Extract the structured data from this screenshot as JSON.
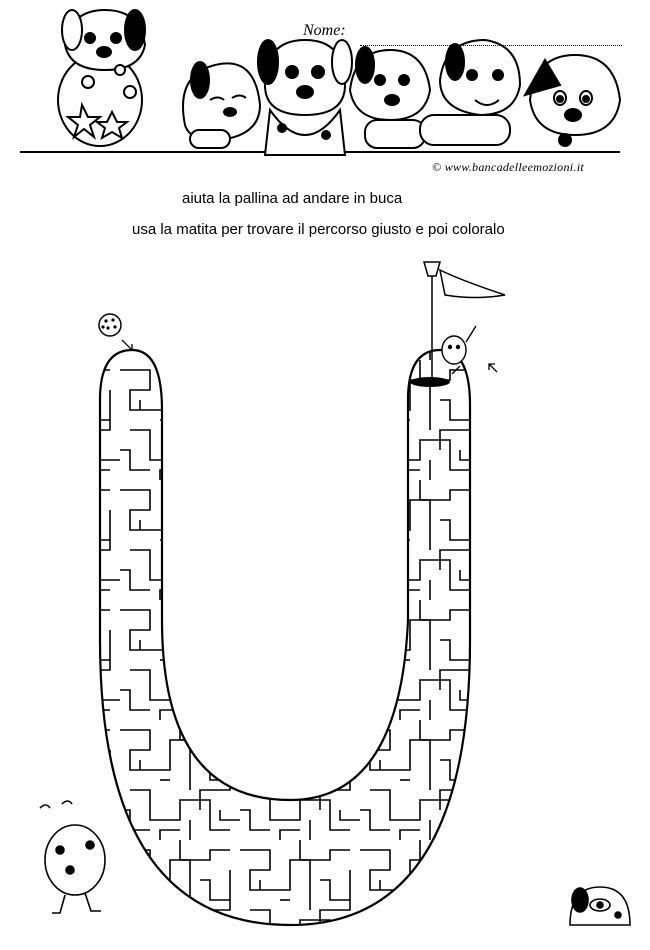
{
  "header": {
    "name_label": "Nome:",
    "credit": "© www.bancadelleemozioni.it"
  },
  "instructions": {
    "line1": "aiuta la pallina ad andare in buca",
    "line2": "usa la matita per trovare il percorso giusto e poi coloralo"
  },
  "maze": {
    "letter": "U"
  }
}
